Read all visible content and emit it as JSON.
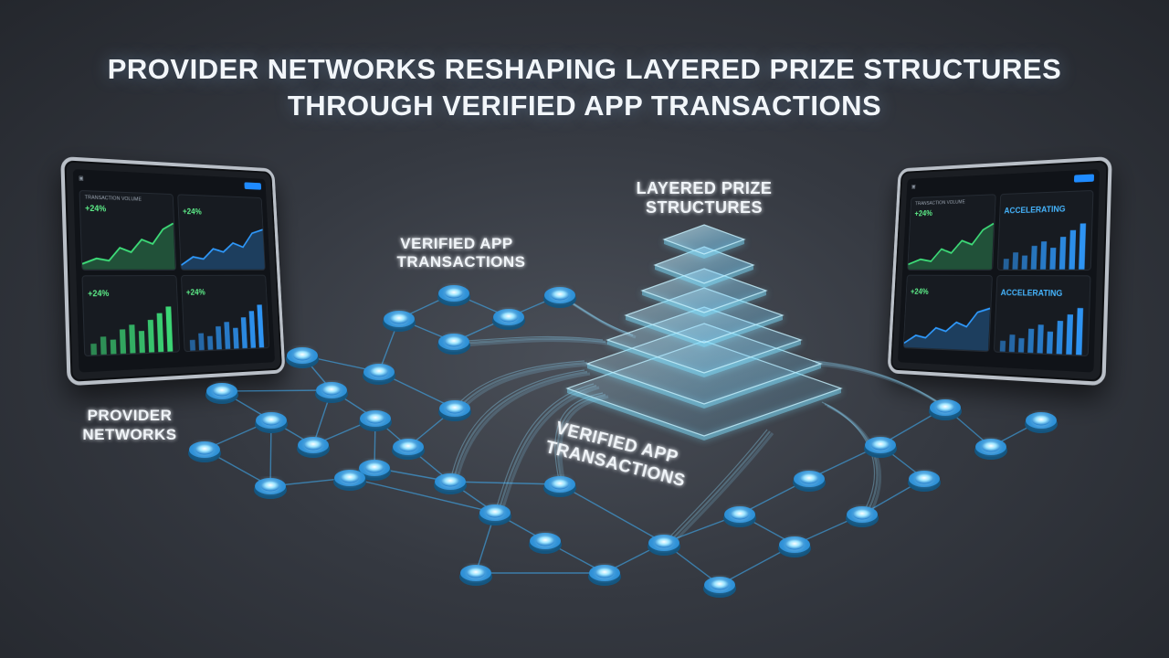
{
  "title": {
    "line1": "PROVIDER NETWORKS RESHAPING LAYERED PRIZE STRUCTURES",
    "line2": "THROUGH VERIFIED APP TRANSACTIONS"
  },
  "labels": {
    "prize_line1": "LAYERED PRIZE",
    "prize_line2": "STRUCTURES",
    "verified_top_line1": "VERIFIED APP",
    "verified_top_line2": "TRANSACTIONS",
    "provider_line1": "PROVIDER",
    "provider_line2": "NETWORKS",
    "verified_bottom_line1": "VERIFIED APP",
    "verified_bottom_line2": "TRANSACTIONS"
  },
  "left_tablet": {
    "cards": [
      {
        "title": "TRANSACTION VOLUME",
        "value": "+24%",
        "kind": "area-green"
      },
      {
        "title": "",
        "value": "+24%",
        "kind": "area-blue"
      },
      {
        "title": "",
        "value": "+24%",
        "kind": "bars-green"
      },
      {
        "title": "",
        "value": "+24%",
        "kind": "bars-blue"
      }
    ]
  },
  "right_tablet": {
    "cards": [
      {
        "title": "TRANSACTION VOLUME",
        "value": "+24%",
        "kind": "area-green"
      },
      {
        "title": "",
        "value": "ACCELERATING",
        "kind": "bars-blue"
      },
      {
        "title": "",
        "value": "+24%",
        "kind": "area-blue"
      },
      {
        "title": "",
        "value": "ACCELERATING",
        "kind": "bars-blue"
      }
    ]
  },
  "colors": {
    "node_glow": "#5fd0ff",
    "node_core": "#e9fbff",
    "link": "#3fb5ff",
    "prize_layer": "#7fe0ff",
    "chart_green": "#3ee07a",
    "chart_blue": "#2f9bff"
  }
}
